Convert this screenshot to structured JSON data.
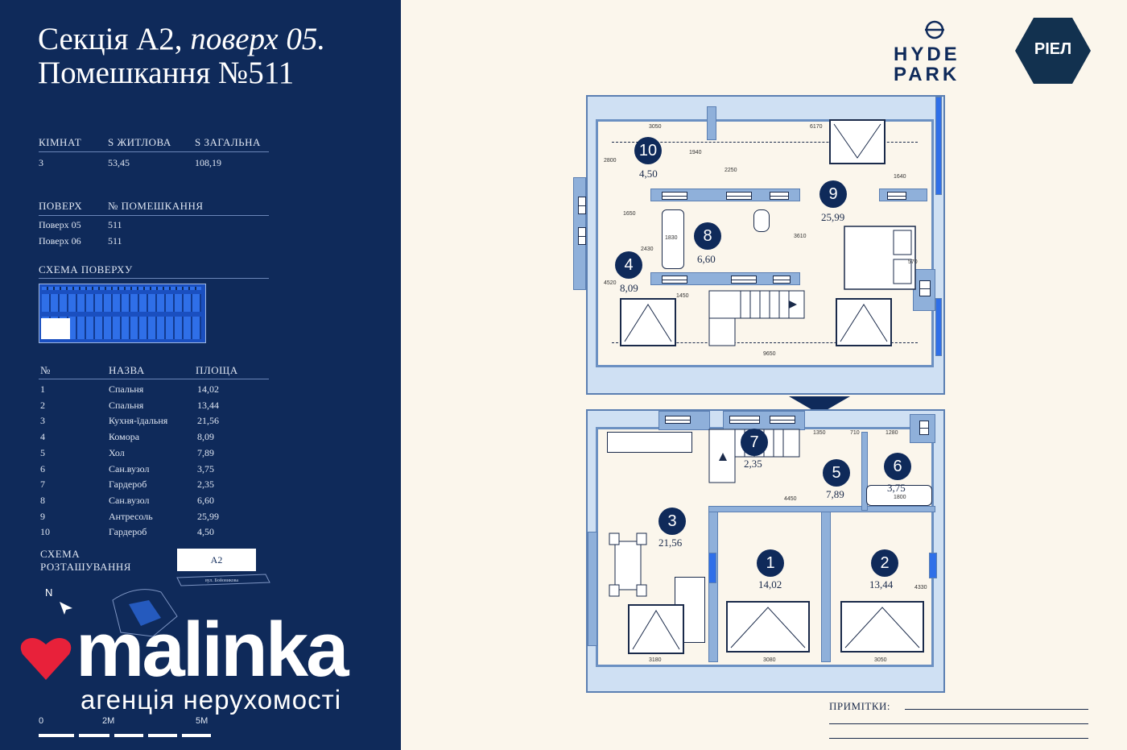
{
  "title": {
    "line1_a": "Секція А2, ",
    "line1_b": "поверх 05.",
    "line2": "Помешкання №511"
  },
  "summary": {
    "headers": [
      "КІМНАТ",
      "S ЖИТЛОВА",
      "S ЗАГАЛЬНА"
    ],
    "values": [
      "3",
      "53,45",
      "108,19"
    ]
  },
  "floors": {
    "headers": [
      "ПОВЕРХ",
      "№ ПОМЕШКАННЯ"
    ],
    "rows": [
      [
        "Поверх 05",
        "511"
      ],
      [
        "Поверх 06",
        "511"
      ]
    ]
  },
  "scheme_label": "СХЕМА ПОВЕРХУ",
  "rooms_table": {
    "headers": [
      "№",
      "НАЗВА",
      "ПЛОЩА"
    ],
    "rows": [
      [
        "1",
        "Спальня",
        "14,02"
      ],
      [
        "2",
        "Спальня",
        "13,44"
      ],
      [
        "3",
        "Кухня-їдальня",
        "21,56"
      ],
      [
        "4",
        "Комора",
        "8,09"
      ],
      [
        "5",
        "Хол",
        "7,89"
      ],
      [
        "6",
        "Сан.вузол",
        "3,75"
      ],
      [
        "7",
        "Гардероб",
        "2,35"
      ],
      [
        "8",
        "Сан.вузол",
        "6,60"
      ],
      [
        "9",
        "Антресоль",
        "25,99"
      ],
      [
        "10",
        "Гардероб",
        "4,50"
      ]
    ]
  },
  "location": {
    "label1": "СХЕМА",
    "label2": "РОЗТАШУВАННЯ",
    "section": "А2",
    "street": "вул. Бойовикова",
    "north": "N"
  },
  "watermark": {
    "brand": "malinka",
    "tagline": "агенція нерухомості"
  },
  "scale": {
    "labels": [
      "0",
      "2M",
      "5M"
    ]
  },
  "logos": {
    "hyde1": "HYDE",
    "hyde2": "PARK",
    "riel": "РІЕЛ"
  },
  "notes_label": "ПРИМІТКИ:",
  "upper_plan": {
    "rooms": [
      {
        "num": "10",
        "area": "4,50"
      },
      {
        "num": "9",
        "area": "25,99"
      },
      {
        "num": "8",
        "area": "6,60"
      },
      {
        "num": "4",
        "area": "8,09"
      }
    ],
    "dims": [
      "3050",
      "6170",
      "2250",
      "1640",
      "1650",
      "9650",
      "1450",
      "1940",
      "2800",
      "4520",
      "2430",
      "1830",
      "3610",
      "570"
    ]
  },
  "lower_plan": {
    "rooms": [
      {
        "num": "7",
        "area": "2,35"
      },
      {
        "num": "5",
        "area": "7,89"
      },
      {
        "num": "6",
        "area": "3,75"
      },
      {
        "num": "3",
        "area": "21,56"
      },
      {
        "num": "1",
        "area": "14,02"
      },
      {
        "num": "2",
        "area": "13,44"
      }
    ],
    "dims": [
      "1350",
      "710",
      "1280",
      "4450",
      "1800",
      "3180",
      "3080",
      "3050",
      "4330"
    ]
  },
  "colors": {
    "panel": "#0f2a5a",
    "paper": "#fbf6ec",
    "wall": "#8fb0da",
    "accent": "#e8213a"
  }
}
